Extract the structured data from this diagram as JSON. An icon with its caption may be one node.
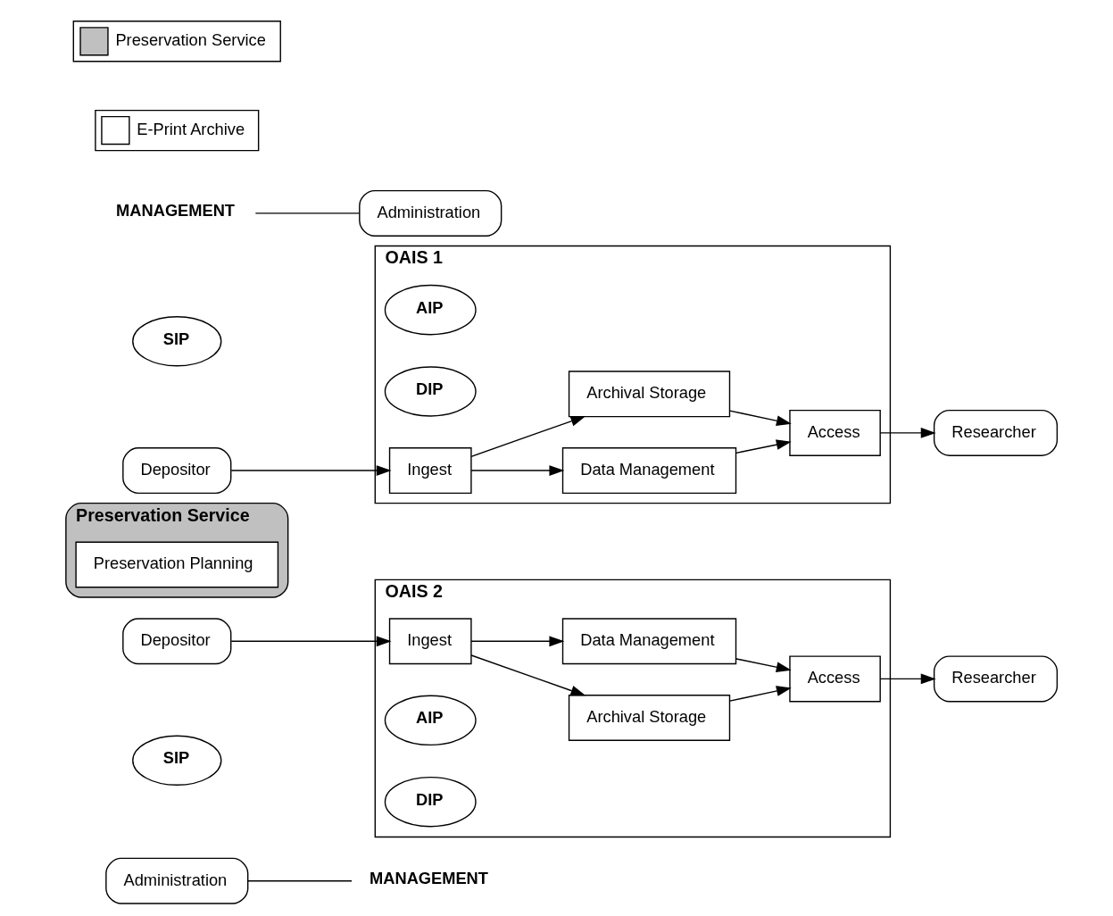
{
  "diagram": {
    "nodes": [
      {
        "text": [
          "MANAGEMENT"
        ]
      },
      {
        "text": [
          "Administration"
        ]
      },
      {
        "text": [
          "OAIS 1"
        ]
      },
      {
        "text": [
          "AIP"
        ],
        "in": 2
      },
      {
        "text": [
          "DIP"
        ],
        "in": 2
      },
      {
        "text": [
          "SIP"
        ]
      },
      {
        "text": [
          "Data Management"
        ],
        "in": 2
      },
      {
        "text": [
          "Depositor"
        ]
      },
      {
        "text": [
          "Ingest"
        ],
        "in": 2
      },
      {
        "text": [
          "Archival Storage"
        ],
        "in": 2
      },
      {
        "text": [
          "Access"
        ],
        "in": 2
      },
      {
        "text": [
          "Researcher"
        ]
      },
      {
        "text": [
          "Preservation Service"
        ]
      },
      {
        "text": [
          "Preservation Planning"
        ],
        "in": 12
      },
      {
        "text": [
          "OAIS 2"
        ]
      },
      {
        "text": [
          "Archival Storage"
        ],
        "in": 14
      },
      {
        "text": [
          "Access"
        ],
        "in": 14
      },
      {
        "text": [
          "Depositor"
        ]
      },
      {
        "text": [
          "Ingest"
        ],
        "in": 14
      },
      {
        "text": [
          "Researcher"
        ]
      },
      {
        "text": [
          "SIP"
        ]
      },
      {
        "text": [
          "AIP"
        ],
        "in": 14
      },
      {
        "text": [
          "Data Management"
        ],
        "in": 14
      },
      {
        "text": [
          "DIP"
        ],
        "in": 14
      },
      {
        "text": [
          "Administration"
        ]
      },
      {
        "text": [
          "MANAGEMENT"
        ]
      }
    ],
    "edges": [
      {
        "from": 0,
        "to": 1,
        "arrow": "none"
      },
      {
        "from": 7,
        "to": 8,
        "arrow": "to"
      },
      {
        "from": 8,
        "to": 6,
        "arrow": "to"
      },
      {
        "from": 8,
        "to": 9,
        "arrow": "to"
      },
      {
        "from": 6,
        "to": 10,
        "arrow": "to"
      },
      {
        "from": 9,
        "to": 10,
        "arrow": "to"
      },
      {
        "from": 10,
        "to": 11,
        "arrow": "to"
      },
      {
        "from": 17,
        "to": 18,
        "arrow": "to"
      },
      {
        "from": 18,
        "to": 15,
        "arrow": "to"
      },
      {
        "from": 18,
        "to": 22,
        "arrow": "to"
      },
      {
        "from": 15,
        "to": 16,
        "arrow": "to"
      },
      {
        "from": 22,
        "to": 16,
        "arrow": "to"
      },
      {
        "from": 16,
        "to": 19,
        "arrow": "to"
      },
      {
        "from": 24,
        "to": 25,
        "arrow": "none"
      }
    ],
    "legend": [
      {
        "text": "Preservation Service",
        "color": "#c0c0c0"
      },
      {
        "text": "E-Print Archive",
        "color": "#ffffff"
      }
    ]
  }
}
